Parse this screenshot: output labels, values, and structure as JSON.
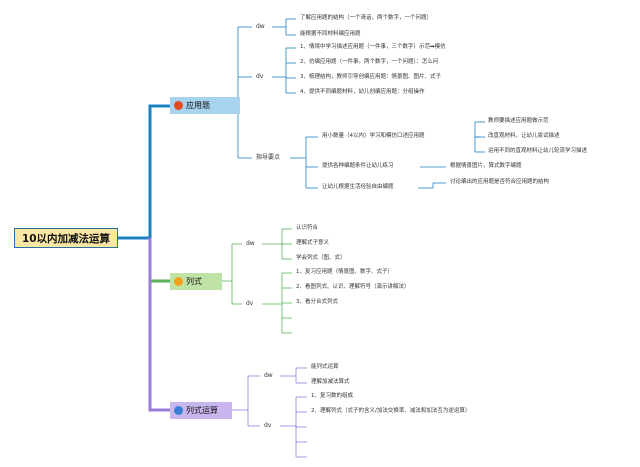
{
  "root": {
    "title": "10以内加减法运算"
  },
  "colors": {
    "line_blue": "#1f7fc4",
    "line_green": "#5ab25a",
    "line_purple": "#9a7cd9",
    "branch1_bg": "#a8d3ee",
    "branch2_bg": "#bfe3a6",
    "branch3_bg": "#c9b6ef",
    "dot1": "#e24a1f",
    "dot2": "#f3a21b",
    "dot3": "#3a7fd6",
    "root_bg": "#fbe7a4"
  },
  "branches": [
    {
      "title": "应用题",
      "dw": {
        "label": "dw",
        "items": [
          "了解应用题的结构（一个清话，两个数字，一个问题）",
          "能根据不同材料编应用题"
        ]
      },
      "dv": {
        "label": "dv",
        "items": [
          "1、情境中学习描述应用题（一件事，三个数字）示范➡模仿",
          "2、仿编应用题（一件事，两个数字，一个问题）：怎么问",
          "3、梳理结构，教师引导创编应用题：情景图、图片、式子",
          "4、提供不同编题材料，幼儿创编应用题：分组操作"
        ]
      },
      "points": {
        "label": "指导要点",
        "items": [
          {
            "text": "用小数量（4以内）学习和模仿口述应用题",
            "subs": [
              "教师要描述应用题做示范",
              "改直观材料，让幼儿尝试描述",
              "运用不同的直观材料让幼儿轮流学习描述"
            ]
          },
          {
            "text": "提供各种编题条件让幼儿练习",
            "subs": [
              "根据情景图片，算式数字编题"
            ]
          },
          {
            "text": "让幼儿根据生活经验自由编题",
            "subs": [
              "讨论编出的应用题是否符合应用题的结构"
            ]
          }
        ]
      }
    },
    {
      "title": "列式",
      "dw": {
        "label": "dw",
        "items": [
          "认识符合",
          "理解式子意义",
          "学会列式（图、式）"
        ]
      },
      "dv": {
        "label": "dv",
        "items": [
          "1、复习应用题（情景图、数字、式子）",
          "2、看图列式、认识、理解符号（演示讲解法）",
          "3、看分合式列式"
        ]
      }
    },
    {
      "title": "列式运算",
      "dw": {
        "label": "dw",
        "items": [
          "能列式运算",
          "理解加减法算式"
        ]
      },
      "dv": {
        "label": "dv",
        "items": [
          "1、复习数的组成",
          "2、理解列式（式子的含义/加法交换率、减法和加法互为逆运算）"
        ]
      }
    }
  ]
}
